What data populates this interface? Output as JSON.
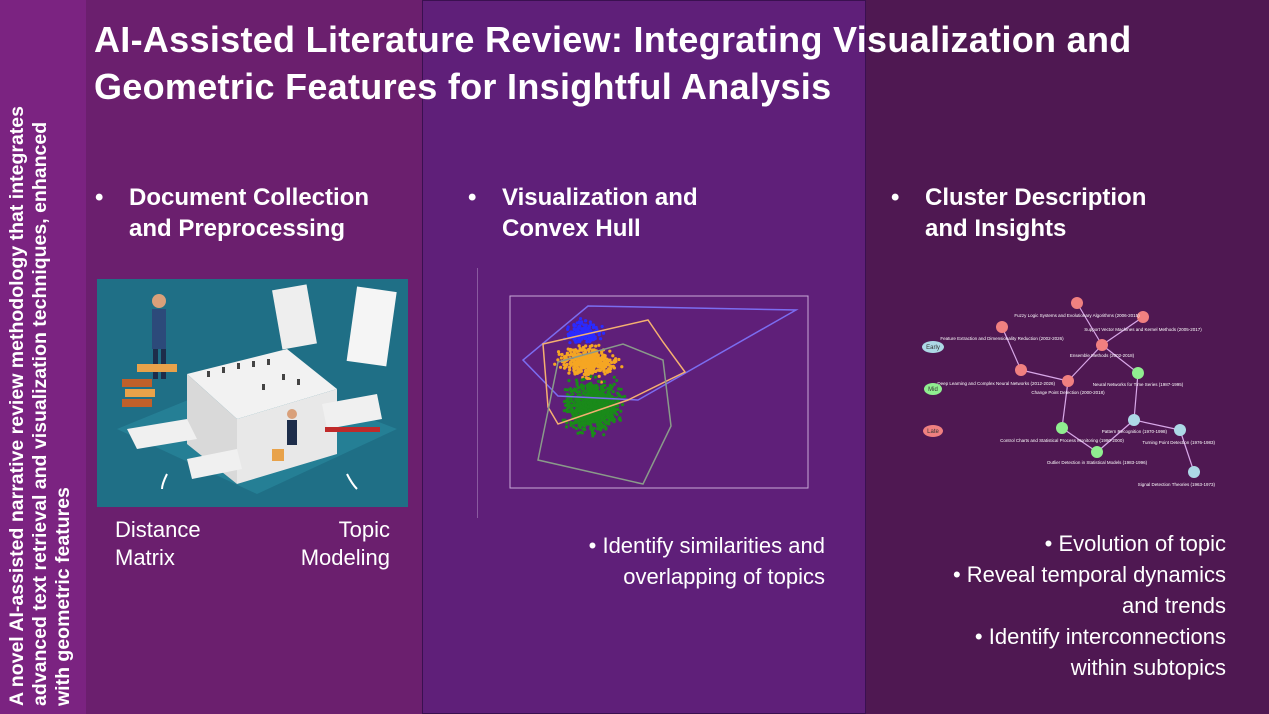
{
  "title": {
    "line1": "AI-Assisted Literature Review: Integrating Visualization and",
    "line2": "Geometric Features for Insightful Analysis"
  },
  "sidebar": {
    "lines": [
      "A novel AI-assisted narrative review methodology that integrates",
      "advanced text retrieval and visualization techniques, enhanced",
      "with geometric features"
    ]
  },
  "sections": [
    {
      "bullet": "•",
      "heading": [
        "Document Collection",
        "and Preprocessing"
      ],
      "labels": {
        "left": [
          "Distance",
          "Matrix"
        ],
        "right": [
          "Topic",
          "Modeling"
        ]
      }
    },
    {
      "bullet": "•",
      "heading": [
        "Visualization and",
        "Convex Hull"
      ],
      "points": [
        "• Identify similarities and",
        "overlapping of topics"
      ]
    },
    {
      "bullet": "•",
      "heading": [
        "Cluster Description",
        "and Insights"
      ],
      "points": [
        "• Evolution of topic",
        "• Reveal temporal dynamics",
        "and trends",
        "• Identify interconnections",
        "within subtopics"
      ]
    }
  ],
  "graph": {
    "legend": [
      "Early",
      "Mid",
      "Late"
    ],
    "nodes": [
      "Fuzzy Logic Systems and Evolutionary Algorithms (2006-2015)",
      "Support Vector Machines and Kernel Methods (2005-2017)",
      "Feature Extraction and Dimensionality Reduction (2002-2026)",
      "Ensemble Methods (2002-2018)",
      "Deep Learning and Complex Neural Networks (2012-2026)",
      "Change Point Detection (2000-2018)",
      "Neural Networks for Time Series (1987-1995)",
      "Pattern Recognition (1970-1998)",
      "Turning Point Detection (1976-1983)",
      "Control Charts and Statistical Process Monitoring (1990-2000)",
      "Outlier Detection in Statistical Models (1983-1996)",
      "Signal Detection Theories (1963-1973)"
    ],
    "colors": {
      "early": "#add8e6",
      "mid": "#90ee90",
      "late": "#f08080"
    }
  },
  "plot": {
    "colors": {
      "blue": "#2a2aff",
      "orange": "#f5a623",
      "green": "#1a8a1a"
    }
  }
}
